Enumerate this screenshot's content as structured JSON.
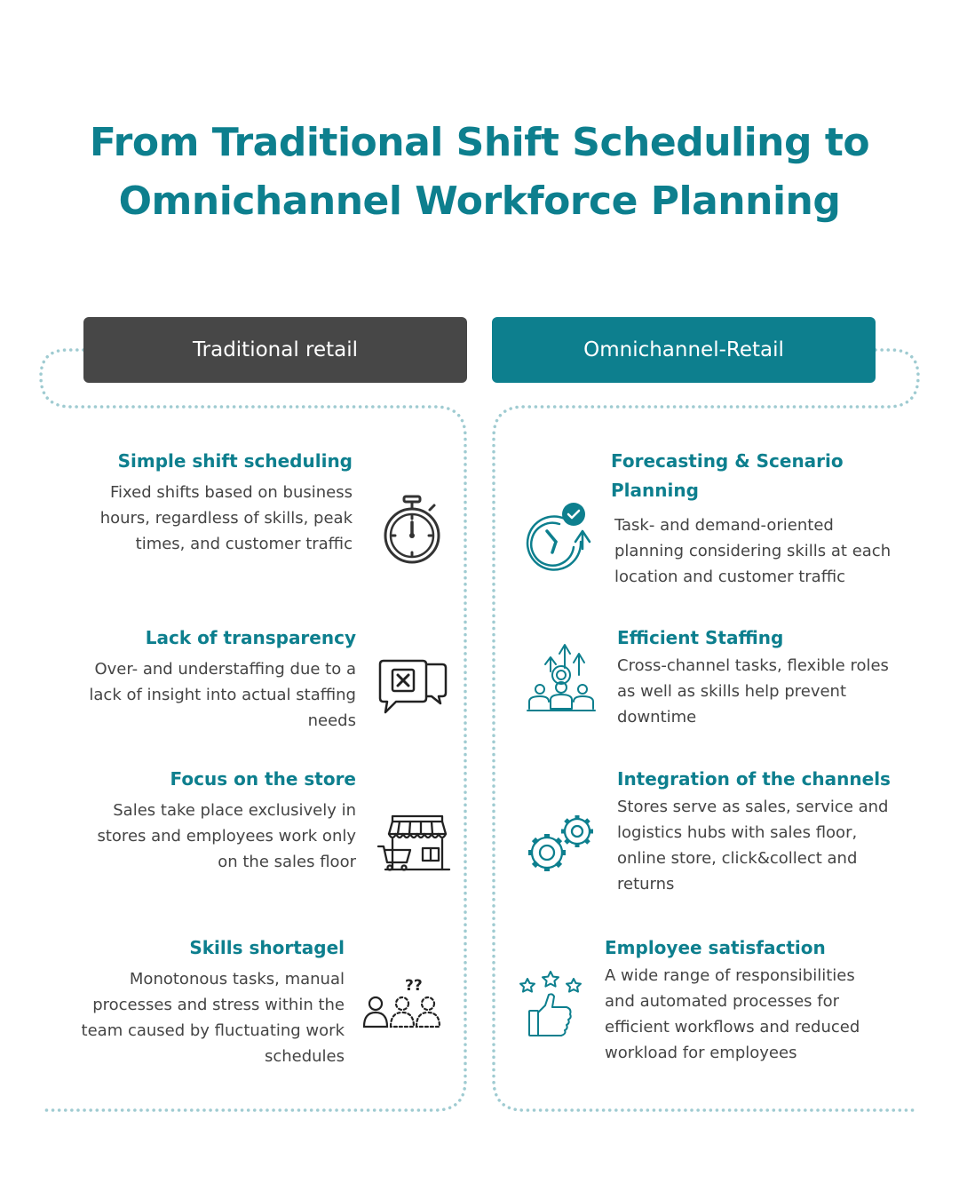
{
  "title": {
    "line1": "From Traditional Shift Scheduling to",
    "line2": "Omnichannel Workforce Planning"
  },
  "colors": {
    "accent": "#0d7f8e",
    "dark": "#474747",
    "text": "#444444",
    "dots": "#9fcbd1"
  },
  "columns": {
    "left": {
      "header": "Traditional retail",
      "items": [
        {
          "title": "Simple shift scheduling",
          "lines": [
            "Fixed shifts based on business",
            "hours, regardless of skills, peak",
            "times, and customer traffic"
          ],
          "icon": "stopwatch-icon"
        },
        {
          "title": "Lack of transparency",
          "lines": [
            "Over- and understaffing due to a",
            "lack of insight into actual staffing",
            "needs"
          ],
          "icon": "chat-x-icon"
        },
        {
          "title": "Focus on the store",
          "lines": [
            "Sales take place exclusively in",
            "stores and employees work only",
            "on the sales floor"
          ],
          "icon": "store-cart-icon"
        },
        {
          "title": "Skills shortagel",
          "lines": [
            "Monotonous tasks, manual",
            "processes and stress within the",
            "team caused by fluctuating work",
            "schedules"
          ],
          "icon": "missing-people-icon"
        }
      ]
    },
    "right": {
      "header": "Omnichannel-Retail",
      "items": [
        {
          "title_lines": [
            "Forecasting & Scenario",
            "Planning"
          ],
          "lines": [
            "Task- and demand-oriented",
            "planning considering skills at each",
            "location and customer traffic"
          ],
          "icon": "clock-check-icon"
        },
        {
          "title": "Efficient Staffing",
          "lines": [
            "Cross-channel tasks, flexible roles",
            "as well as skills help prevent",
            "downtime"
          ],
          "icon": "team-growth-icon"
        },
        {
          "title": "Integration of the channels",
          "lines": [
            "Stores serve as sales, service and",
            "logistics hubs with sales floor,",
            "online store, click&collect and",
            "returns"
          ],
          "icon": "gears-icon"
        },
        {
          "title": "Employee satisfaction",
          "lines": [
            "A wide range of responsibilities",
            "and automated processes for",
            "efficient workflows and reduced",
            "workload for employees"
          ],
          "icon": "stars-thumbs-up-icon"
        }
      ]
    }
  }
}
